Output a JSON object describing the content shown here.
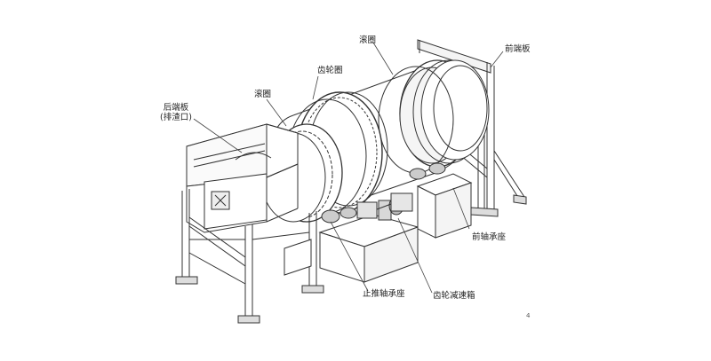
{
  "labels": {
    "rear_end_plate": "后端板",
    "discharge_port": "(排渣口)",
    "tire_left": "滚圈",
    "gear_ring": "齿轮圈",
    "tire_right": "滚圈",
    "front_end_plate": "前端板",
    "front_bearing_seat": "前轴承座",
    "gear_reducer": "齿轮减速箱",
    "thrust_bearing_seat": "止推轴承座"
  },
  "corner_mark": "4",
  "colors": {
    "line": "#333333",
    "fill": "#ffffff",
    "shade": "#e8e8e8"
  }
}
